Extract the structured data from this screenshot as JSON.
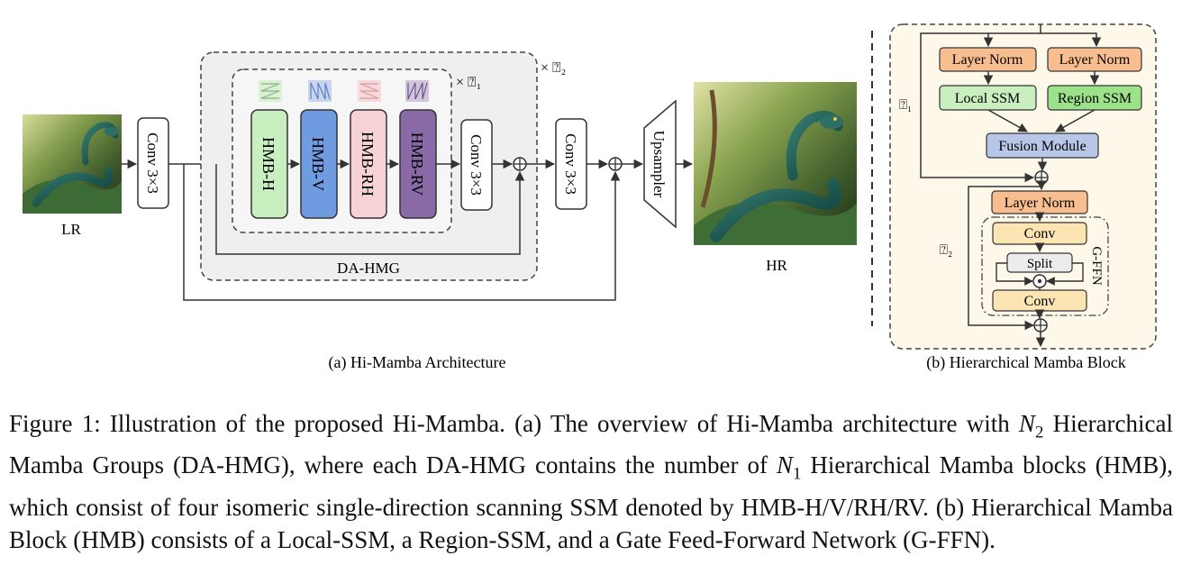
{
  "left_panel": {
    "lr_label": "LR",
    "hr_label": "HR",
    "conv1_label": "Conv 3×3",
    "hmb_blocks": [
      "HMB-H",
      "HMB-V",
      "HMB-RH",
      "HMB-RV"
    ],
    "conv2_label": "Conv 3×3",
    "conv3_label": "Conv 3×3",
    "upsampler_label": "Upsampler",
    "group_label": "DA-HMG",
    "repeat_inner": "× ⍰₁",
    "repeat_outer": "× ⍰₂",
    "subcaption": "(a) Hi-Mamba Architecture"
  },
  "right_panel": {
    "layer_norm_left": "Layer Norm",
    "layer_norm_right": "Layer Norm",
    "local_ssm": "Local SSM",
    "region_ssm": "Region SSM",
    "fusion": "Fusion Module",
    "layer_norm_bottom": "Layer Norm",
    "conv_top": "Conv",
    "split": "Split",
    "conv_bottom": "Conv",
    "gffn": "G-FFN",
    "n1_label": "⍰₁",
    "n2_label": "⍰₂",
    "subcaption": "(b) Hierarchical Mamba Block"
  },
  "caption": {
    "part1": "Figure 1: Illustration of the proposed Hi-Mamba. (a) The overview of Hi-Mamba architecture with",
    "n2_var": "N",
    "n2_sub": "2",
    "part2": " Hierarchical Mamba Groups (DA-HMG), where each DA-HMG contains the number of ",
    "n1_var": "N",
    "n1_sub": "1",
    "part3": " Hierarchical Mamba blocks (HMB), which consist of four isomeric single-direction scanning SSM denoted by HMB-H/V/RH/RV. (b) Hierarchical Mamba Block (HMB) consists of a Local-SSM, a Region-SSM, and a Gate Feed-Forward Network (G-FFN)."
  },
  "colors": {
    "hmb_h": "#c9eec0",
    "hmb_v": "#6f9be0",
    "hmb_rh": "#f7d2d4",
    "hmb_rv": "#8a6aa6",
    "layer_norm": "#f9be8f",
    "ssm": "#9be28b",
    "fusion": "#b8c6e8",
    "conv": "#fde5b3",
    "split": "#ececec",
    "panel_bg": "#fdf8ea",
    "group_bg": "#efefef"
  }
}
